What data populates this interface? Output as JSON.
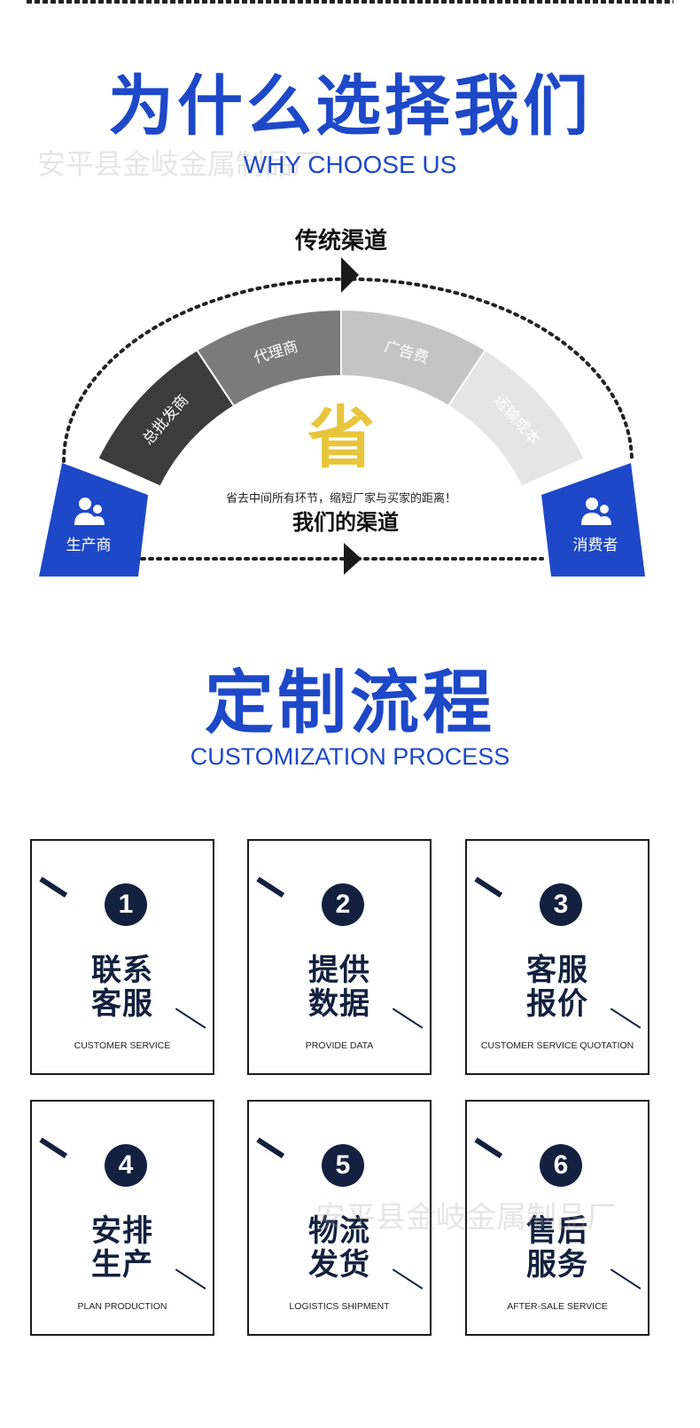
{
  "section1": {
    "title": "为什么选择我们",
    "subtitle": "WHY CHOOSE US",
    "traditional_label": "传统渠道",
    "our_label": "我们的渠道",
    "save_char": "省",
    "save_text": "省去中间所有环节，缩短厂家与买家的距离！",
    "producer_label": "生产商",
    "consumer_label": "消费者",
    "segments": [
      {
        "label": "总批发商",
        "color": "#3c3c3c"
      },
      {
        "label": "代理商",
        "color": "#7b7b7b"
      },
      {
        "label": "广告费",
        "color": "#c4c4c4"
      },
      {
        "label": "运输成本",
        "color": "#e5e5e5"
      }
    ],
    "brand_color": "#1d48c8",
    "save_color": "#e8c53a"
  },
  "section2": {
    "title": "定制流程",
    "subtitle": "CUSTOMIZATION PROCESS",
    "steps": [
      {
        "num": "1",
        "line1": "联系",
        "line2": "客服",
        "en": "CUSTOMER SERVICE"
      },
      {
        "num": "2",
        "line1": "提供",
        "line2": "数据",
        "en": "PROVIDE DATA"
      },
      {
        "num": "3",
        "line1": "客服",
        "line2": "报价",
        "en": "CUSTOMER SERVICE QUOTATION"
      },
      {
        "num": "4",
        "line1": "安排",
        "line2": "生产",
        "en": "PLAN PRODUCTION"
      },
      {
        "num": "5",
        "line1": "物流",
        "line2": "发货",
        "en": "LOGISTICS SHIPMENT"
      },
      {
        "num": "6",
        "line1": "售后",
        "line2": "服务",
        "en": "AFTER-SALE SERVICE"
      }
    ]
  },
  "watermarks": [
    "安平县金岐金属制品厂",
    "安平县金岐金属制品厂"
  ]
}
